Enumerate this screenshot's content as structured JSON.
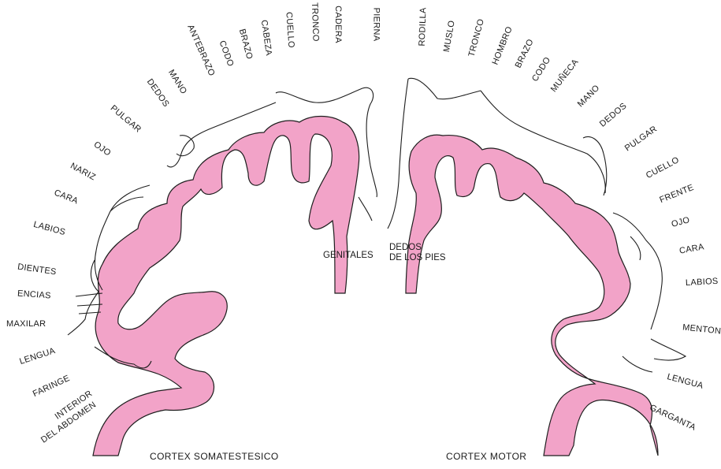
{
  "colors": {
    "cortex": "#f2a3c8",
    "outline": "#1e1e1e",
    "background": "#ffffff"
  },
  "left": {
    "caption": "CORTEX SOMATESTESICO",
    "labels": [
      "PIERNA",
      "CADERA",
      "TRONCO",
      "CUELLO",
      "CABEZA",
      "BRAZO",
      "CODO",
      "ANTEBRAZO",
      "MANO",
      "DEDOS",
      "PULGAR",
      "OJO",
      "NARIZ",
      "CARA",
      "LABIOS",
      "DIENTES",
      "ENCIAS",
      "MAXILAR",
      "LENGUA",
      "FARINGE",
      "INTERIOR",
      "DEL ABDOMEN"
    ],
    "center": "GENITALES"
  },
  "right": {
    "caption": "CORTEX MOTOR",
    "labels": [
      "RODILLA",
      "MUSLO",
      "TRONCO",
      "HOMBRO",
      "BRAZO",
      "CODO",
      "MUÑECA",
      "MANO",
      "DEDOS",
      "PULGAR",
      "CUELLO",
      "FRENTE",
      "OJO",
      "CARA",
      "LABIOS",
      "MENTON",
      "LENGUA",
      "GARGANTA"
    ],
    "center_line1": "DEDOS",
    "center_line2": "DE LOS PIES"
  }
}
